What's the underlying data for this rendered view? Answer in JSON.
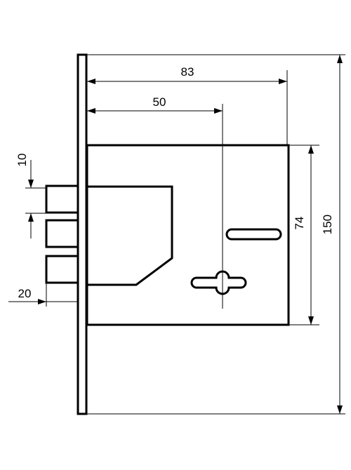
{
  "dimensions": {
    "width_overall": "83",
    "width_backset": "50",
    "height_case": "74",
    "height_faceplate": "150",
    "bolt_throw": "20",
    "bolt_height": "10"
  },
  "colors": {
    "line": "#000000",
    "background": "#ffffff"
  }
}
